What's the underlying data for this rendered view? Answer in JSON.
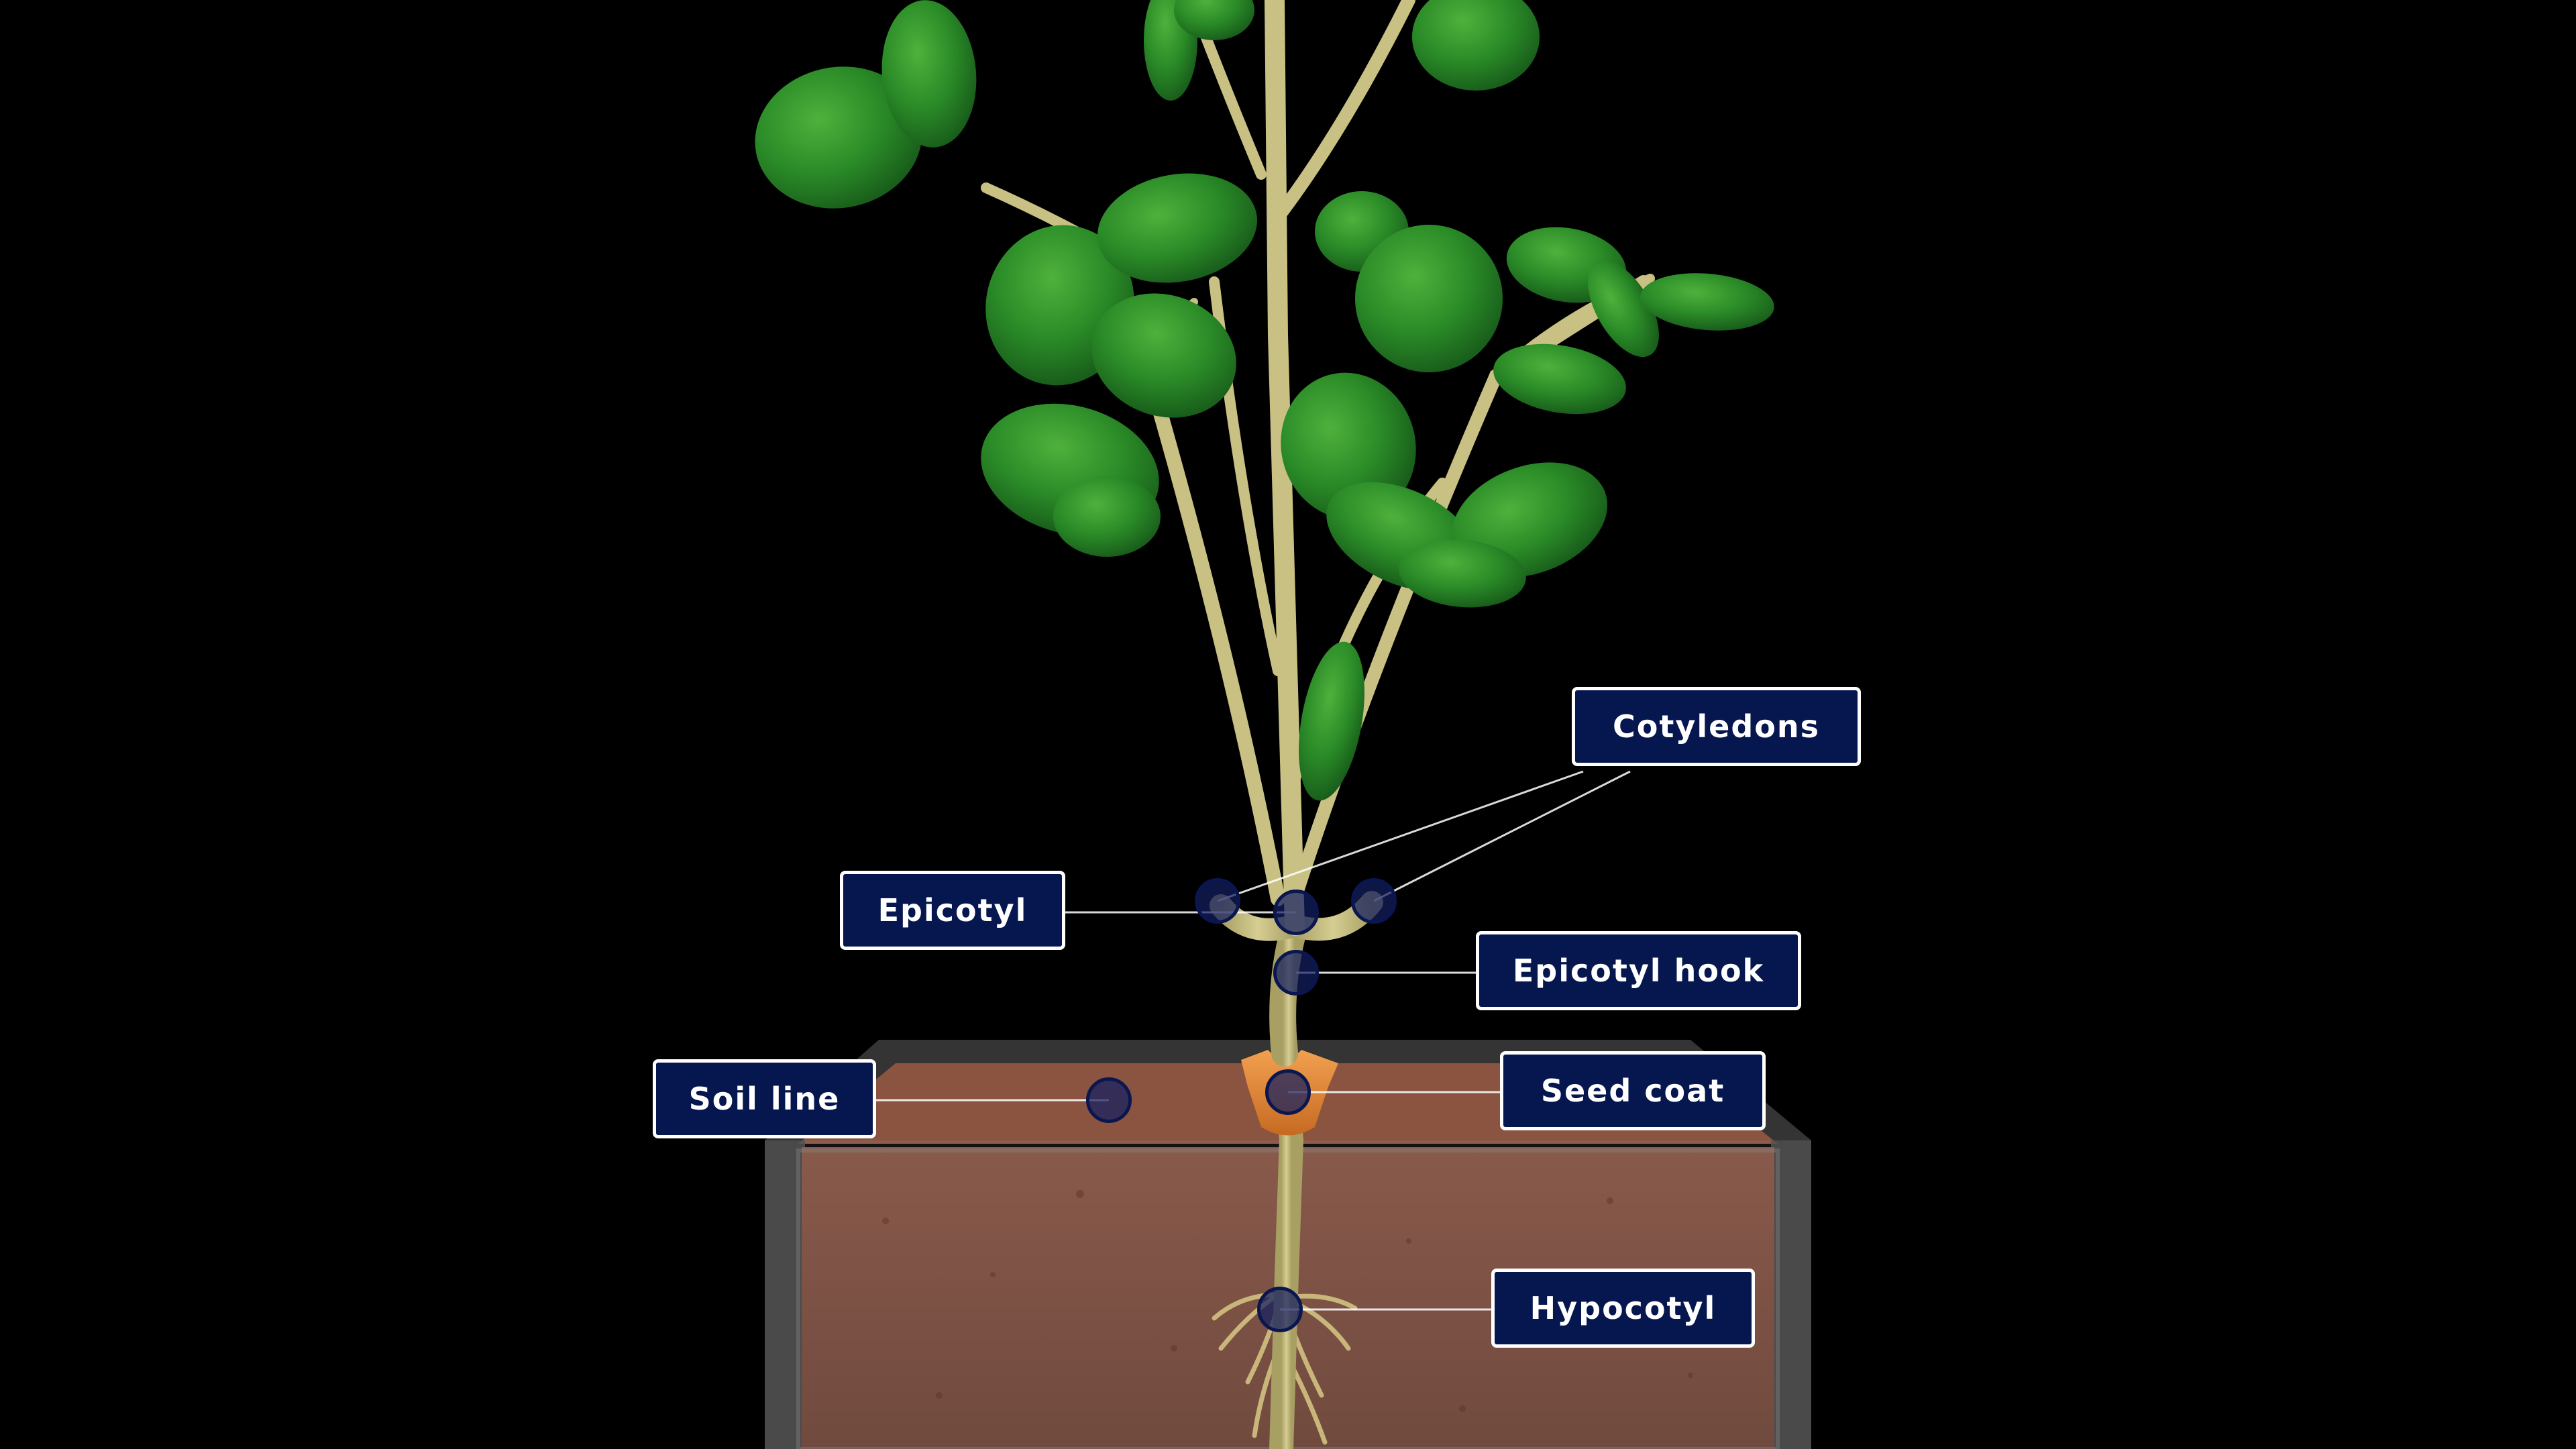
{
  "diagram": {
    "labels": {
      "cotyledons": "Cotyledons",
      "epicotyl": "Epicotyl",
      "epicotyl_hook": "Epicotyl hook",
      "soil_line": "Soil line",
      "seed_coat": "Seed coat",
      "hypocotyl": "Hypocotyl"
    }
  },
  "colors": {
    "background": "#000000",
    "label_fill": "#06164f",
    "label_border": "#ffffff",
    "label_text": "#ffffff",
    "leaf_green": "#2e8a2a",
    "stem": "#c9c083",
    "soil": "#7a4a3a",
    "seed_coat": "#e08a36",
    "hotspot": "#141e5f"
  }
}
